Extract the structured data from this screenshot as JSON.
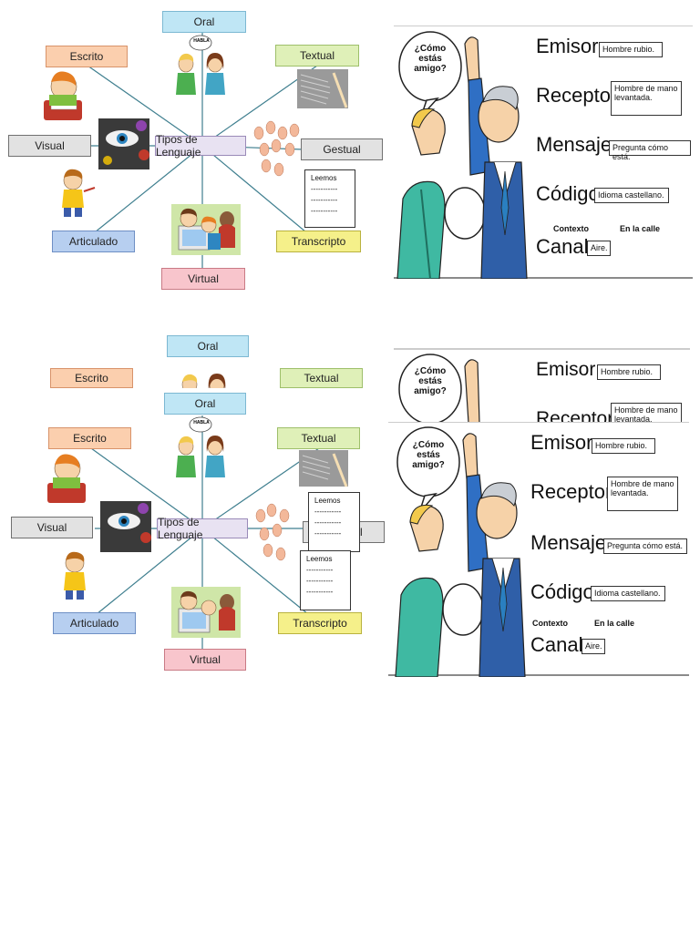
{
  "diagram": {
    "oral": "Oral",
    "escrito": "Escrito",
    "textual": "Textual",
    "visual": "Visual",
    "gestual": "Gestual",
    "tipos": "Tipos de Lenguaje",
    "articulado": "Articulado",
    "transcripto": "Transcripto",
    "virtual": "Virtual",
    "speech_small": "HABLA",
    "note": {
      "title": "Leemos",
      "line1": "-----------",
      "line2": "-----------",
      "line3": "-----------"
    }
  },
  "communication": {
    "bubble": "¿Cómo estás amigo?",
    "emisor_label": "Emisor:",
    "emisor_value": "Hombre rubio.",
    "receptor_label": "Receptor:",
    "receptor_value": "Hombre de mano levantada.",
    "mensaje_label": "Mensaje:",
    "mensaje_value": "Pregunta cómo está.",
    "codigo_label": "Código:",
    "codigo_value": "Idioma castellano.",
    "contexto_label": "Contexto",
    "contexto_value": "En la calle",
    "canal_label": "Canal:",
    "canal_value": "Aire."
  },
  "colors": {
    "connector": "#3f7f8f",
    "comm_bottom_line": "#8a8a8a"
  }
}
